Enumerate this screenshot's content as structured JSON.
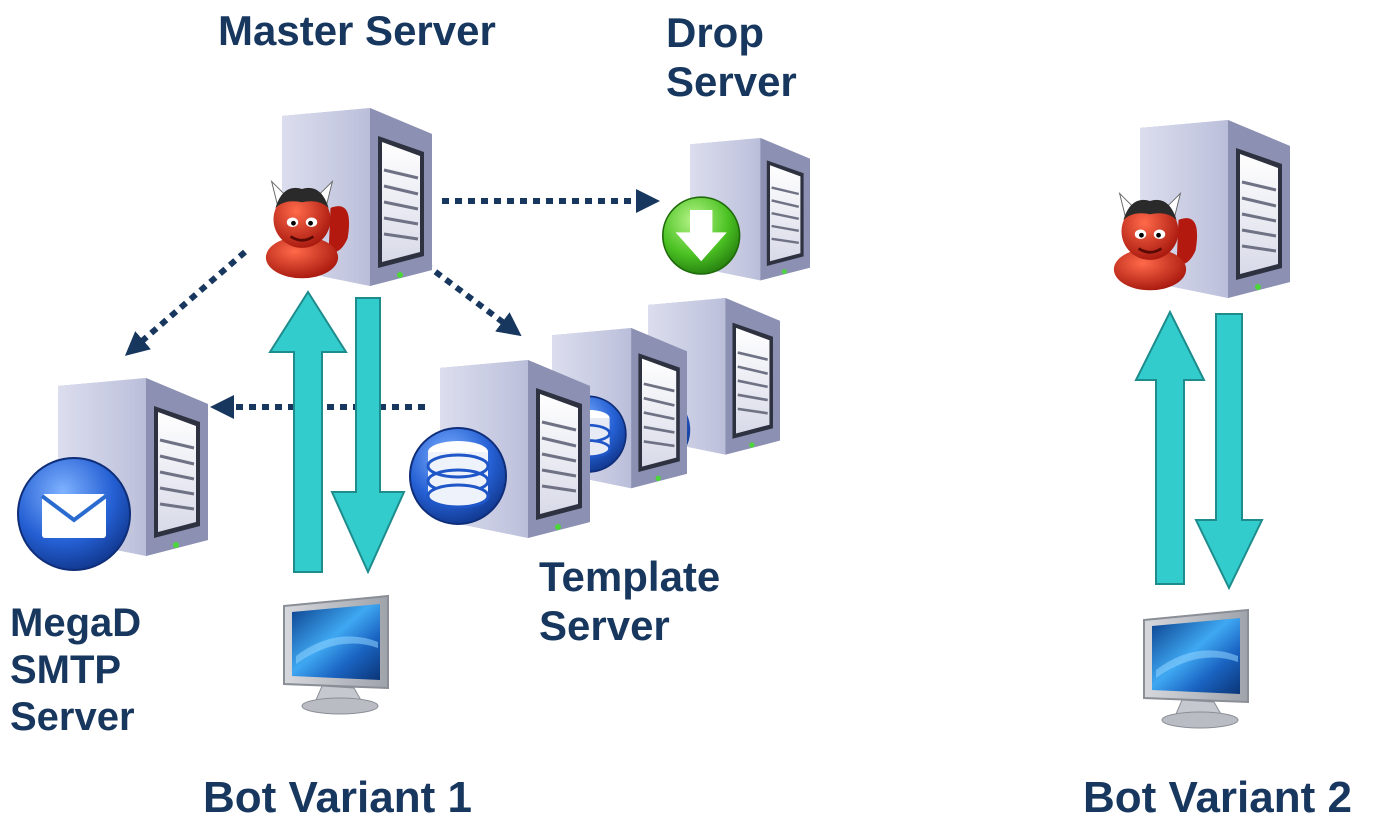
{
  "labels": {
    "master_server": "Master Server",
    "drop_server": [
      "Drop",
      "Server"
    ],
    "template_server": [
      "Template",
      "Server"
    ],
    "smtp_server": [
      "MegaD",
      "SMTP",
      "Server"
    ],
    "bot_variant_1": "Bot Variant 1",
    "bot_variant_2": "Bot Variant 2"
  },
  "icons": {
    "master_server": "server-with-devil-icon",
    "drop_server": "server-with-download-icon",
    "template_servers": "server-with-database-icon",
    "smtp_server": "server-with-mail-icon",
    "bot_1": "monitor-icon",
    "bot_2": "monitor-icon",
    "master_server_2": "server-with-devil-icon"
  },
  "colors": {
    "label_text": "#17375E",
    "dotted_arrow": "#17375E",
    "traffic_arrow_fill": "#33CCCC",
    "traffic_arrow_stroke": "#1E8C8C",
    "server_body": "#B8BCD8",
    "devil": "#D42A1C",
    "download_badge": "#3DB81E",
    "database_badge": "#1F56C8",
    "mail_badge": "#2A6BD0"
  }
}
